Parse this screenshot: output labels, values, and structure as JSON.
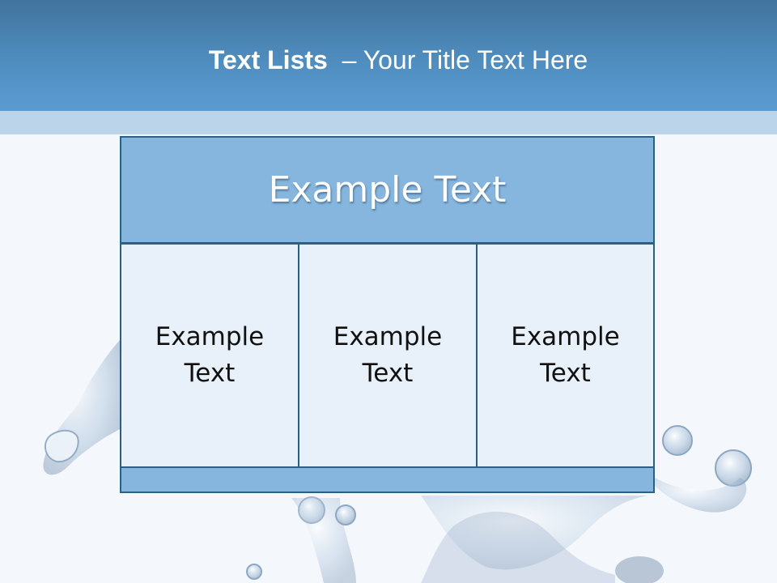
{
  "slide": {
    "title_bold": "Text Lists",
    "title_rest": "– Your Title Text Here"
  },
  "table": {
    "header": "Example Text",
    "columns": [
      {
        "line1": "Example",
        "line2": "Text"
      },
      {
        "line1": "Example",
        "line2": "Text"
      },
      {
        "line1": "Example",
        "line2": "Text"
      }
    ]
  },
  "colors": {
    "header_band": "#4f8dbf",
    "header_strip": "#bcd4ea",
    "table_header_fill": "#86b6de",
    "table_cell_fill": "#e8f1f9",
    "table_border": "#2d5f82",
    "background": "#f4f8fc"
  },
  "icons": [
    "water-splash-decoration"
  ]
}
